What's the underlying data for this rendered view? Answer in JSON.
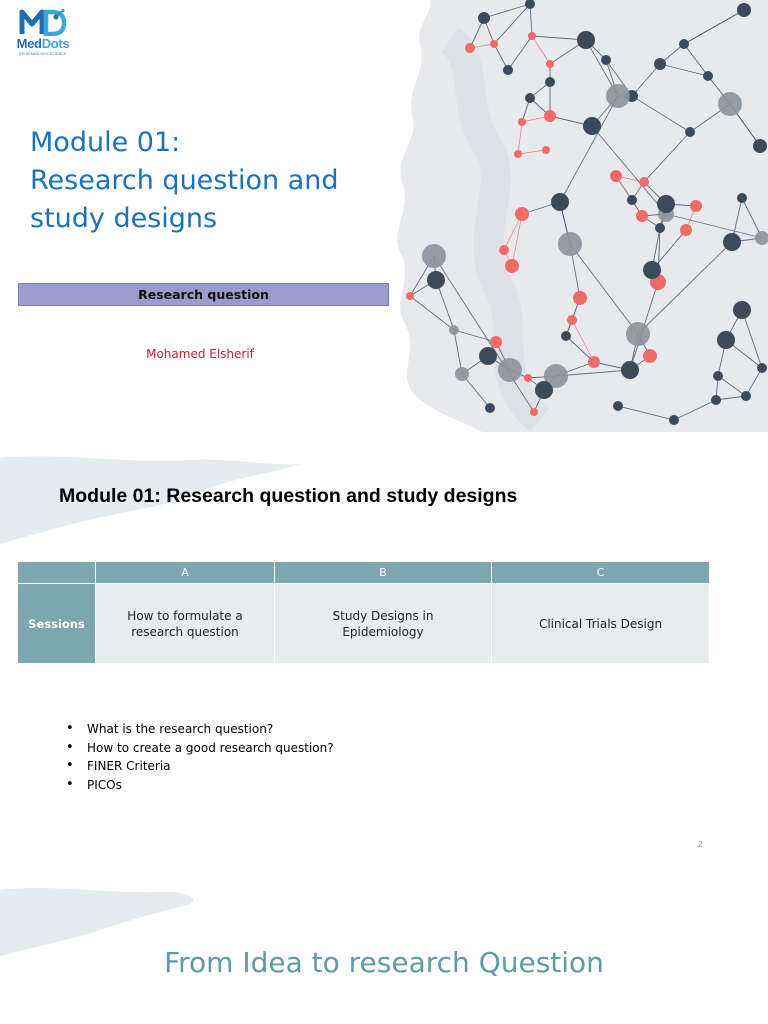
{
  "slide1": {
    "logo": {
      "brand_a": "Med",
      "brand_b": "Dots",
      "tagline": "EPIDEMIOLOGY SCIENCE"
    },
    "title_lines": [
      "Module 01:",
      "Research question and",
      "study designs"
    ],
    "section_bar": "Research question",
    "author": "Mohamed Elsherif"
  },
  "slide2": {
    "heading": "Module 01: Research question and study designs",
    "table": {
      "columns": [
        "A",
        "B",
        "C"
      ],
      "row_header": "Sessions",
      "cells": [
        "How to formulate a research question",
        "Study Designs in Epidemiology",
        "Clinical Trials Design"
      ]
    },
    "bullets": [
      "What is the research question?",
      "How to create a good research question?",
      "FINER Criteria",
      "PICOs"
    ],
    "page_number": "2"
  },
  "slide3": {
    "title": "From Idea to research Question"
  },
  "colors": {
    "title_blue": "#1a72bd",
    "bar_purple": "#9b9ccc",
    "author_red": "#c0202a",
    "table_teal": "#7da7af",
    "table_cell": "#e6edef",
    "title3_teal": "#5f9aa5",
    "node_dark": "#3d4a5a",
    "node_red": "#f06a6a"
  }
}
